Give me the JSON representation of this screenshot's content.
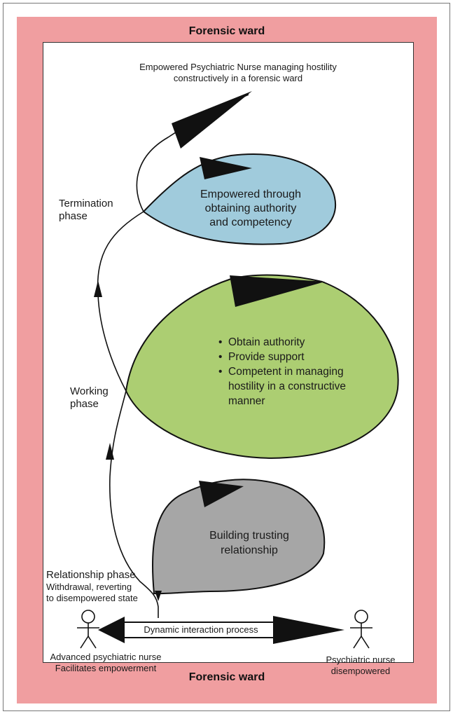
{
  "ward_label_top": "Forensic ward",
  "ward_label_bottom": "Forensic ward",
  "goal": {
    "line1": "Empowered Psychiatric Nurse managing hostility",
    "line2": "constructively in a forensic ward"
  },
  "phases": {
    "termination": [
      "Termination",
      "phase"
    ],
    "working": [
      "Working",
      "phase"
    ],
    "relationship": "Relationship phase"
  },
  "withdrawal": [
    "Withdrawal, reverting",
    "to disempowered state"
  ],
  "loops": {
    "empowered": [
      "Empowered through",
      "obtaining authority",
      "and competency"
    ],
    "working_items": [
      "Obtain authority",
      "Provide support",
      "Competent in managing",
      "hostility in a constructive",
      "manner"
    ],
    "building": [
      "Building trusting",
      "relationship"
    ]
  },
  "interaction_label": "Dynamic interaction process",
  "actors": {
    "advanced": [
      "Advanced psychiatric nurse",
      "Facilitates empowerment"
    ],
    "disempowered": [
      "Psychiatric nurse",
      "disempowered"
    ]
  },
  "colors": {
    "frame": "#f09ea0",
    "empowered_fill": "#a0cbdc",
    "working_fill": "#acce72",
    "building_fill": "#a6a6a6"
  }
}
